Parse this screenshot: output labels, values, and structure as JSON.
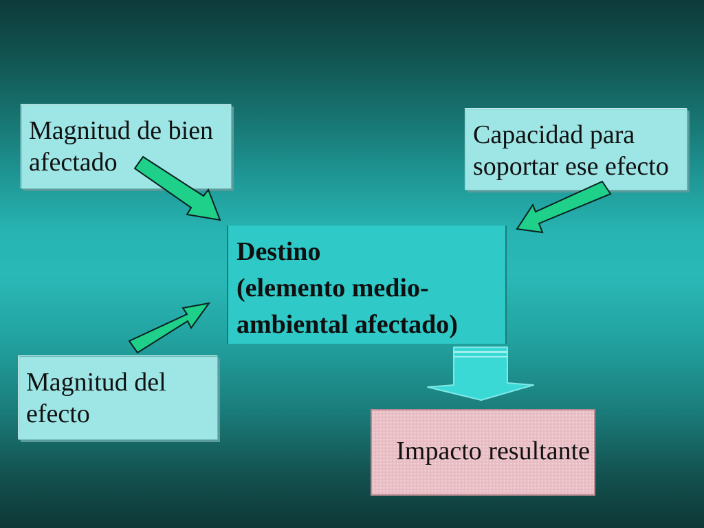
{
  "boxes": {
    "magnitud_bien": [
      "Magnitud de bien",
      "afectado"
    ],
    "capacidad": [
      "Capacidad para",
      "soportar ese efecto"
    ],
    "destino": [
      "Destino",
      "(elemento medio-",
      "ambiental afectado)"
    ],
    "magnitud_efecto": [
      "Magnitud del",
      "efecto"
    ],
    "impacto": "Impacto resultante"
  },
  "colors": {
    "arrow_fill": "#1fd08a",
    "cyan_box": "#9ee6e6",
    "destino_box": "#2fc9c7",
    "impacto_box": "#e8bcc3"
  }
}
